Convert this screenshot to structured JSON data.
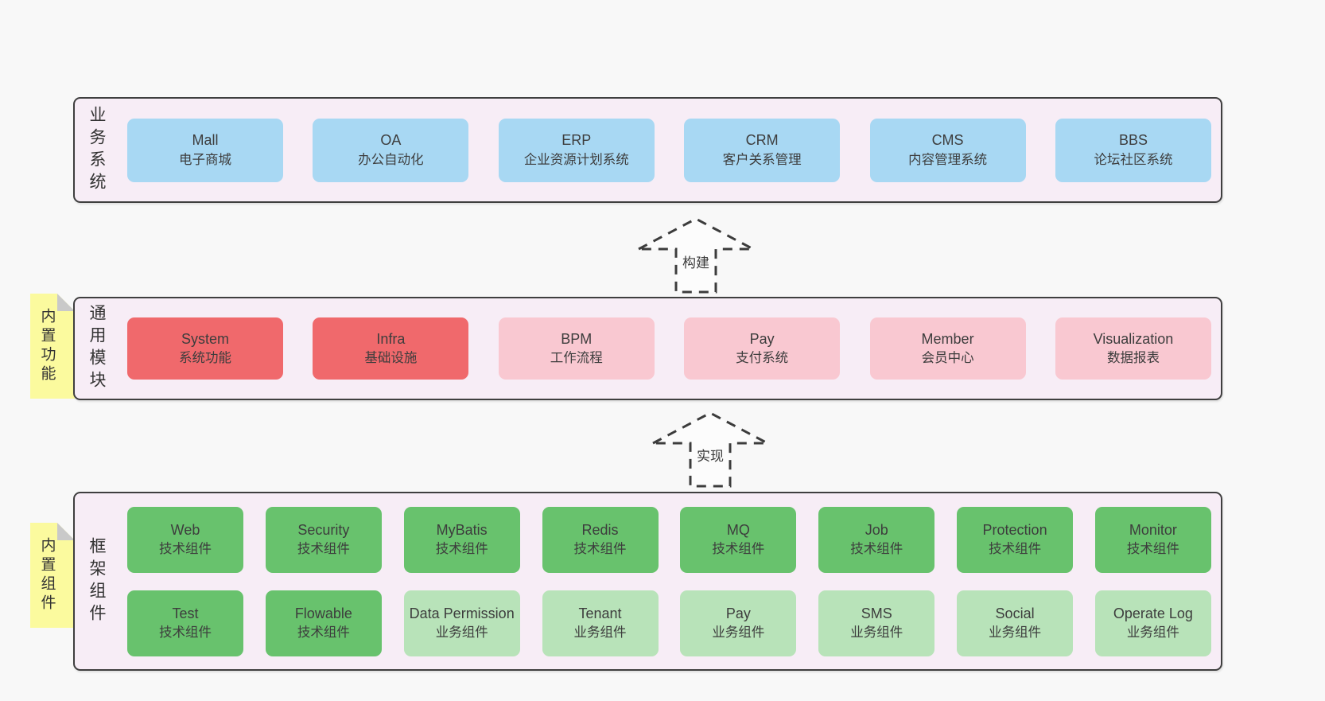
{
  "colors": {
    "page_bg": "#f8f8f8",
    "container_bg": "#f7edf6",
    "container_border": "#3f3f3f",
    "box_blue": "#a8d8f3",
    "box_red": "#f0696c",
    "box_pink": "#f9c8d1",
    "box_green_dark": "#68c26d",
    "box_green_light": "#b8e3b9",
    "note_yellow": "#fbfa9e",
    "note_fold_gray": "#c9c9c9"
  },
  "arrows": {
    "build": {
      "label": "构建"
    },
    "implement": {
      "label": "实现"
    }
  },
  "layers": {
    "business": {
      "label": "业务系统",
      "boxes": [
        {
          "en": "Mall",
          "zh": "电子商城",
          "variant": "blue"
        },
        {
          "en": "OA",
          "zh": "办公自动化",
          "variant": "blue"
        },
        {
          "en": "ERP",
          "zh": "企业资源计划系统",
          "variant": "blue"
        },
        {
          "en": "CRM",
          "zh": "客户关系管理",
          "variant": "blue"
        },
        {
          "en": "CMS",
          "zh": "内容管理系统",
          "variant": "blue"
        },
        {
          "en": "BBS",
          "zh": "论坛社区系统",
          "variant": "blue"
        }
      ]
    },
    "modules": {
      "label": "通用模块",
      "note": "内置功能",
      "boxes": [
        {
          "en": "System",
          "zh": "系统功能",
          "variant": "red"
        },
        {
          "en": "Infra",
          "zh": "基础设施",
          "variant": "red"
        },
        {
          "en": "BPM",
          "zh": "工作流程",
          "variant": "pink"
        },
        {
          "en": "Pay",
          "zh": "支付系统",
          "variant": "pink"
        },
        {
          "en": "Member",
          "zh": "会员中心",
          "variant": "pink"
        },
        {
          "en": "Visualization",
          "zh": "数据报表",
          "variant": "pink"
        }
      ]
    },
    "framework": {
      "label": "框架组件",
      "note": "内置组件",
      "row1": [
        {
          "en": "Web",
          "zh": "技术组件",
          "variant": "green-dark"
        },
        {
          "en": "Security",
          "zh": "技术组件",
          "variant": "green-dark"
        },
        {
          "en": "MyBatis",
          "zh": "技术组件",
          "variant": "green-dark"
        },
        {
          "en": "Redis",
          "zh": "技术组件",
          "variant": "green-dark"
        },
        {
          "en": "MQ",
          "zh": "技术组件",
          "variant": "green-dark"
        },
        {
          "en": "Job",
          "zh": "技术组件",
          "variant": "green-dark"
        },
        {
          "en": "Protection",
          "zh": "技术组件",
          "variant": "green-dark"
        },
        {
          "en": "Monitor",
          "zh": "技术组件",
          "variant": "green-dark"
        }
      ],
      "row2": [
        {
          "en": "Test",
          "zh": "技术组件",
          "variant": "green-dark"
        },
        {
          "en": "Flowable",
          "zh": "技术组件",
          "variant": "green-dark"
        },
        {
          "en": "Data Permission",
          "zh": "业务组件",
          "variant": "green-light"
        },
        {
          "en": "Tenant",
          "zh": "业务组件",
          "variant": "green-light"
        },
        {
          "en": "Pay",
          "zh": "业务组件",
          "variant": "green-light"
        },
        {
          "en": "SMS",
          "zh": "业务组件",
          "variant": "green-light"
        },
        {
          "en": "Social",
          "zh": "业务组件",
          "variant": "green-light"
        },
        {
          "en": "Operate Log",
          "zh": "业务组件",
          "variant": "green-light"
        }
      ]
    }
  }
}
